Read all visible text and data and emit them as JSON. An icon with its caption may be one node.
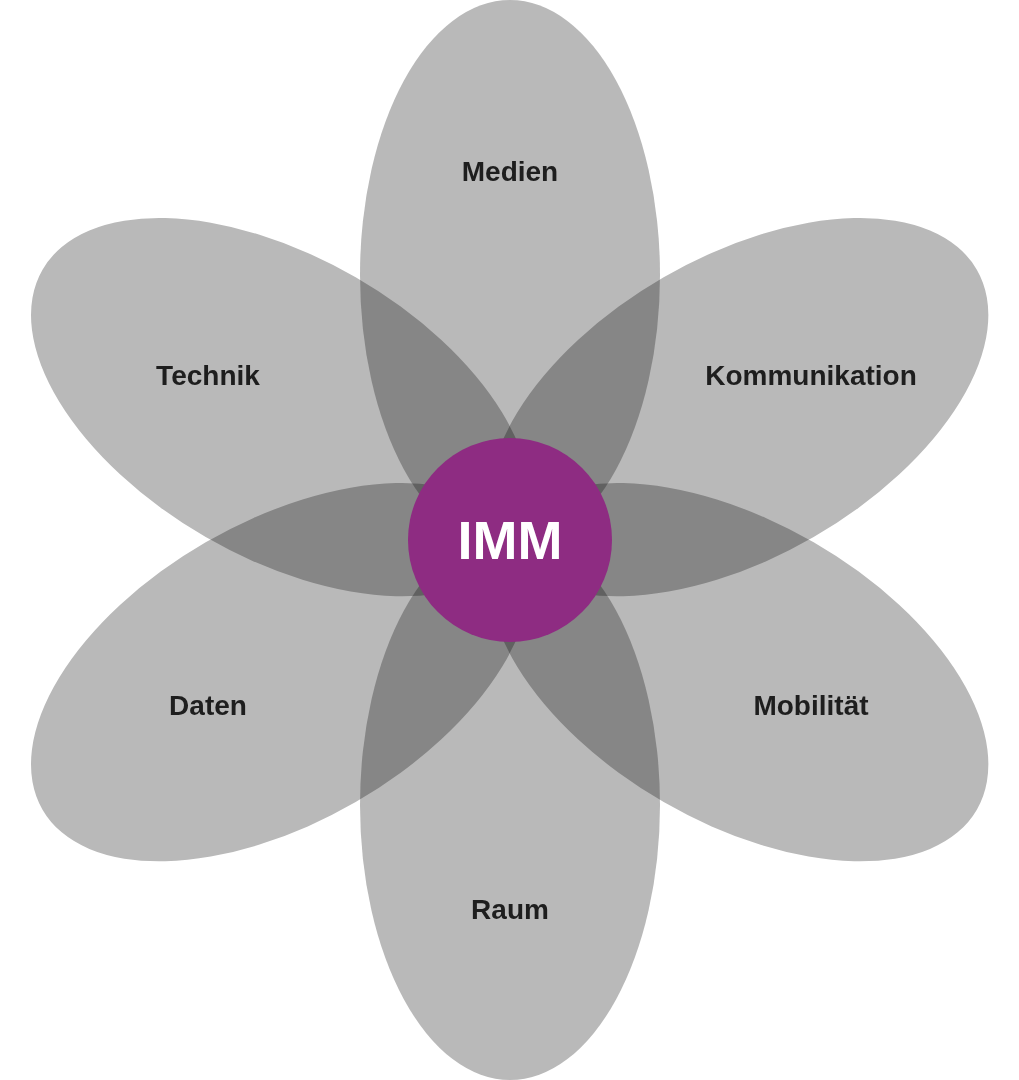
{
  "diagram": {
    "nodes": [
      {
        "text": [
          "Medien"
        ]
      },
      {
        "text": [
          "Technik"
        ]
      },
      {
        "text": [
          "Kommunikation"
        ]
      },
      {
        "text": [
          "IMM"
        ]
      },
      {
        "text": [
          "Daten"
        ]
      },
      {
        "text": [
          "Mobilität"
        ]
      },
      {
        "text": [
          "Raum"
        ]
      }
    ]
  }
}
